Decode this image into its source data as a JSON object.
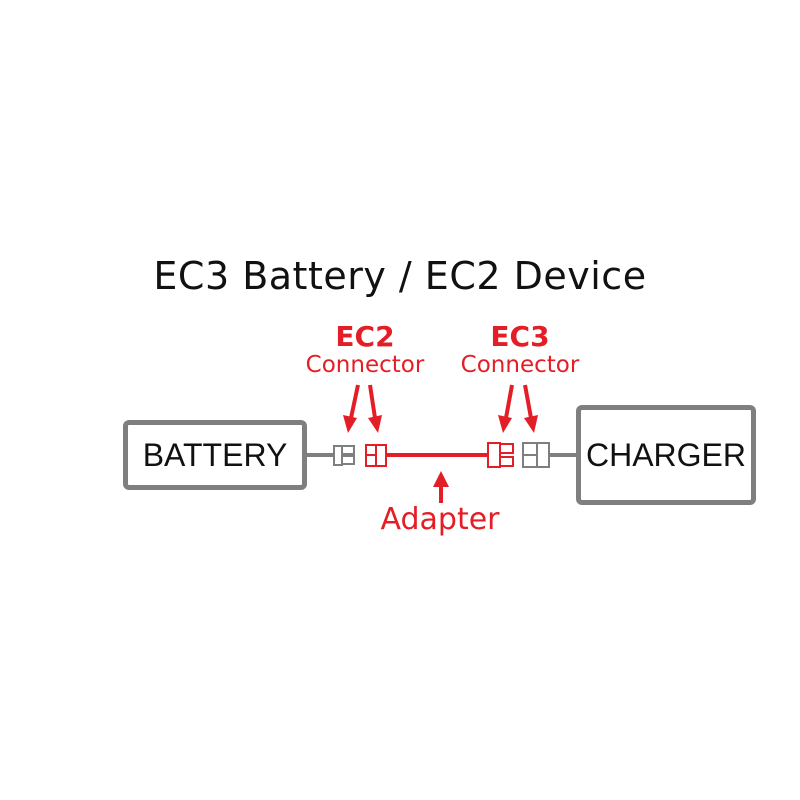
{
  "title": "EC3 Battery / EC2 Device",
  "left_connector": {
    "code": "EC2",
    "label": "Connector"
  },
  "right_connector": {
    "code": "EC3",
    "label": "Connector"
  },
  "battery_label": "BATTERY",
  "charger_label": "CHARGER",
  "adapter_label": "Adapter",
  "colors": {
    "accent": "#e41e26",
    "gray": "#7f7f80",
    "text": "#111111"
  }
}
